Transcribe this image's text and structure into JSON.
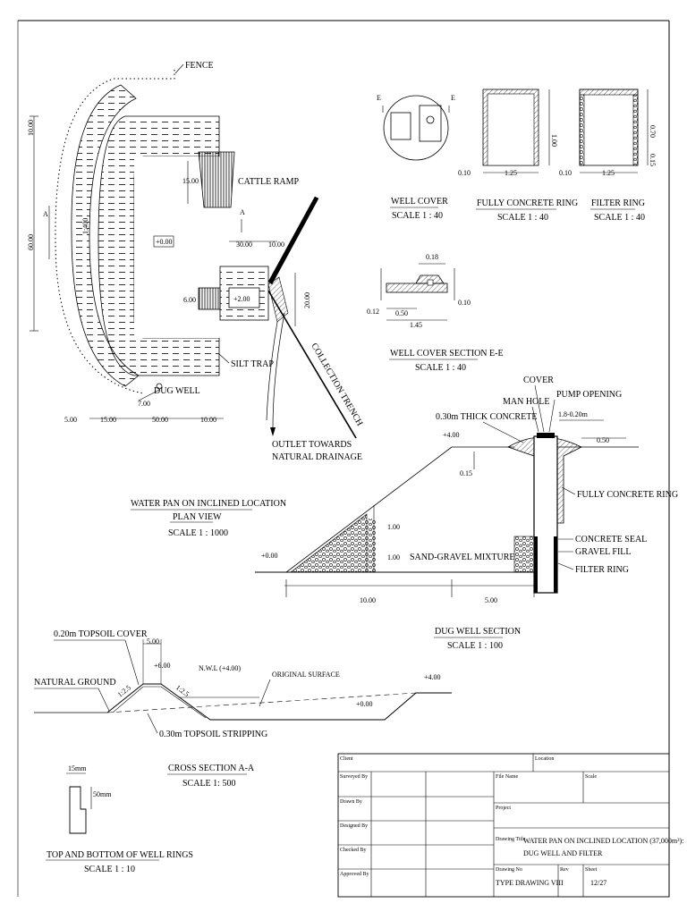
{
  "plan": {
    "fence": "FENCE",
    "cattle_ramp": "CATTLE RAMP",
    "silt_trap": "SILT TRAP",
    "dug_well": "DUG WELL",
    "collection_trench": "COLLECTION TRENCH",
    "outlet_line1": "OUTLET TOWARDS",
    "outlet_line2": "NATURAL DRAINAGE",
    "level_0": "+0.00",
    "level_2": "+2.00",
    "section_mark": "A",
    "dims": {
      "d10_left": "10.00",
      "d60": "60.00",
      "d15": "15.00",
      "d6": "6.00",
      "d30": "30.00",
      "d10_top": "10.00",
      "d20": "20.00",
      "d700": "7.00",
      "d5": "5.00",
      "d15_bottom": "15.00",
      "d50": "50.00",
      "d10_bottom": "10.00",
      "slope": "1:400"
    },
    "title": "WATER PAN ON INCLINED LOCATION",
    "subtitle": "PLAN VIEW",
    "scale": "SCALE 1 : 1000"
  },
  "well_cover": {
    "mark": "E",
    "title": "WELL COVER",
    "scale": "SCALE 1 : 40"
  },
  "concrete_ring": {
    "title": "FULLY CONCRETE RING",
    "scale": "SCALE 1 : 40",
    "height": "1.00",
    "width": "1.25",
    "wall": "0.10"
  },
  "filter_ring": {
    "title": "FILTER RING",
    "scale": "SCALE 1 : 40",
    "upper": "0.70",
    "lower": "0.15",
    "width": "1.25",
    "wall": "0.10"
  },
  "cover_section": {
    "title": "WELL COVER SECTION E-E",
    "scale": "SCALE 1 : 40",
    "top": "0.18",
    "right": "0.10",
    "left": "0.12",
    "mid": "0.50",
    "total": "1.45"
  },
  "dug_well_section": {
    "cover": "COVER",
    "manhole": "MAN HOLE",
    "pump_opening": "PUMP OPENING",
    "thick_concrete": "0.30m THICK CONCRETE",
    "level_4": "+4.00",
    "dim_18": "1.8-0.20m",
    "dim_050": "0.50",
    "dim_015": "0.15",
    "fully_concrete_ring": "FULLY CONCRETE RING",
    "dim_100a": "1.00",
    "dim_100b": "1.00",
    "sand_gravel": "SAND-GRAVEL MIXTURE",
    "concrete_seal": "CONCRETE SEAL",
    "gravel_fill": "GRAVEL FILL",
    "filter_ring": "FILTER RING",
    "level_0": "+0.00",
    "dim_10": "10.00",
    "dim_5": "5.00",
    "title": "DUG WELL SECTION",
    "scale": "SCALE 1 : 100"
  },
  "cross_section": {
    "topsoil_cover": "0.20m TOPSOIL COVER",
    "dim_5": "5.00",
    "level_6": "+6.00",
    "nwl": "N.W.L (+4.00)",
    "original_surface": "ORIGINAL SURFACE",
    "natural_ground": "NATURAL GROUND",
    "level_4": "+4.00",
    "level_0": "+0.00",
    "slope_left": "1:2.5",
    "slope_right": "1:2.5",
    "stripping": "0.30m TOPSOIL STRIPPING",
    "title": "CROSS SECTION A-A",
    "scale": "SCALE 1: 500"
  },
  "ring_detail": {
    "d15mm": "15mm",
    "d50mm": "50mm",
    "title": "TOP AND BOTTOM OF WELL RINGS",
    "scale": "SCALE 1 : 10"
  },
  "title_block": {
    "client": "Client",
    "location": "Location",
    "surveyed_by": "Surveyed By",
    "drawn_by": "Drawn By",
    "designed_by": "Designed By",
    "checked_by": "Checked By",
    "approved_by": "Approved By",
    "file_name": "File Name",
    "scale": "Scale",
    "project": "Project",
    "drawing_title_label": "Drawing Title",
    "drawing_title_line1": "WATER PAN ON INCLINED LOCATION (37,000m³):",
    "drawing_title_line2": "DUG WELL AND FILTER",
    "drawing_no_label": "Drawing No",
    "rev_label": "Rev",
    "sheet_label": "Sheet",
    "drawing_no": "TYPE DRAWING VIII",
    "sheet": "12/27"
  }
}
